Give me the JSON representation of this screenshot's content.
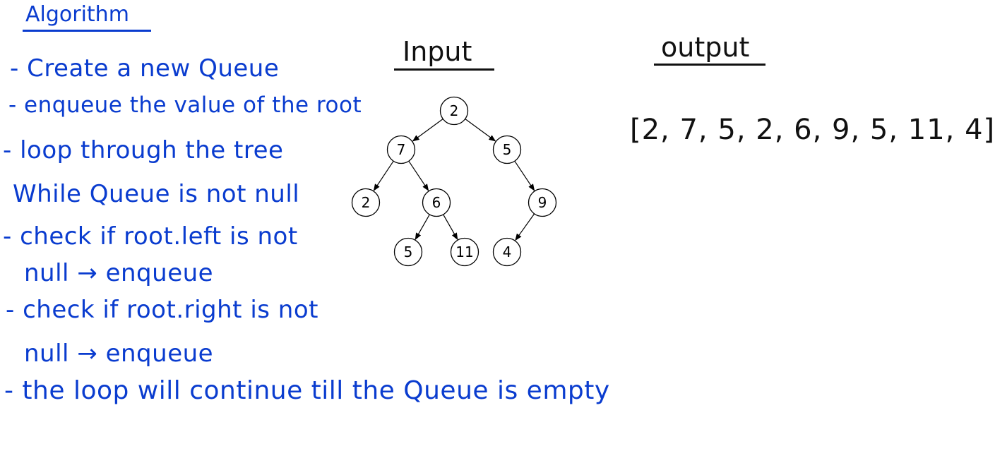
{
  "algorithm": {
    "title": "Algorithm",
    "steps": [
      "- Create a new Queue",
      "- enqueue the value of the root",
      "- loop through the tree",
      "While Queue is not null",
      "- check if root.left is not",
      "null → enqueue",
      "- check if root.right is not",
      "null → enqueue",
      "- the loop will continue till the Queue is empty"
    ]
  },
  "input": {
    "title": "Input",
    "nodes": [
      {
        "id": "n1",
        "label": "2",
        "parent": null
      },
      {
        "id": "n2",
        "label": "7",
        "parent": "n1"
      },
      {
        "id": "n3",
        "label": "5",
        "parent": "n1"
      },
      {
        "id": "n4",
        "label": "2",
        "parent": "n2"
      },
      {
        "id": "n5",
        "label": "6",
        "parent": "n2"
      },
      {
        "id": "n6",
        "label": "9",
        "parent": "n3"
      },
      {
        "id": "n7",
        "label": "5",
        "parent": "n5"
      },
      {
        "id": "n8",
        "label": "11",
        "parent": "n5"
      },
      {
        "id": "n9",
        "label": "4",
        "parent": "n6"
      }
    ]
  },
  "output": {
    "title": "output",
    "value": "[2, 7, 5, 2, 6, 9, 5, 11, 4]"
  },
  "colors": {
    "ink_blue": "#0a3ccf",
    "ink_black": "#111111"
  }
}
